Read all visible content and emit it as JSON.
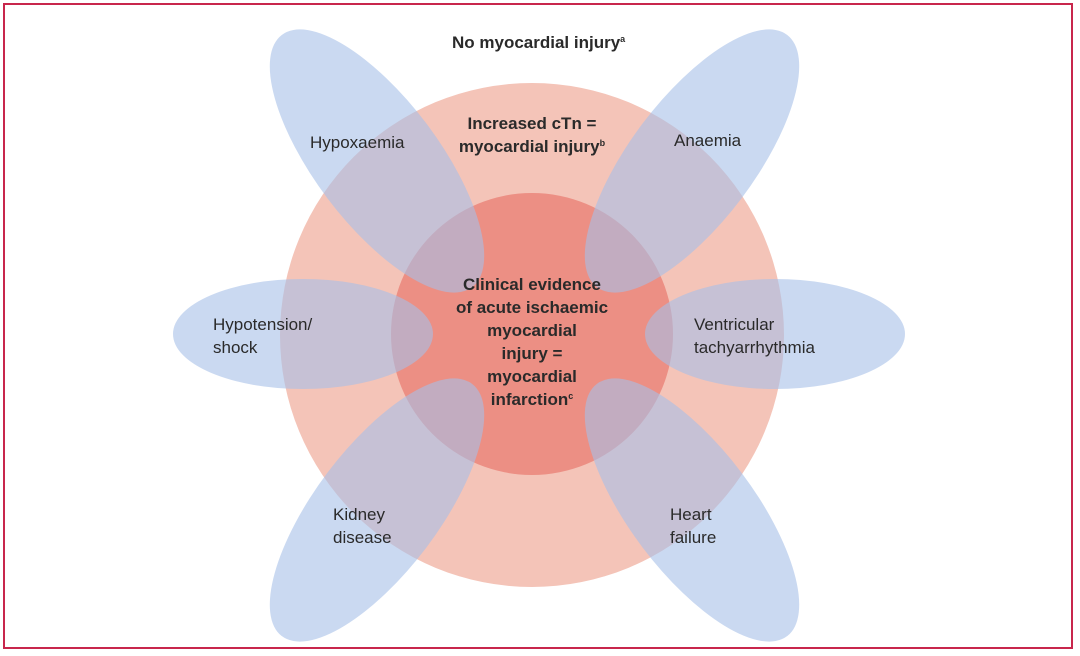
{
  "diagram": {
    "outer_label": "No myocardial injury",
    "outer_label_sup": "a",
    "injury_label": "Increased cTn =\nmyocardial injury",
    "injury_label_sup": "b",
    "mi_label": "Clinical evidence\nof acute ischaemic\nmyocardial\ninjury =\nmyocardial\ninfarction",
    "mi_label_sup": "c",
    "conditions": {
      "hypoxaemia": "Hypoxaemia",
      "anaemia": "Anaemia",
      "hypotension": "Hypotension/\nshock",
      "ventricular": "Ventricular\ntachyarrhythmia",
      "kidney": "Kidney\ndisease",
      "heart_failure": "Heart\nfailure"
    }
  },
  "colors": {
    "border": "#c8264c",
    "outer_circle": "#f4c4b8",
    "inner_circle": "#ec8f84",
    "petal": "#a7c0e7",
    "petal_opacity": 0.6
  }
}
